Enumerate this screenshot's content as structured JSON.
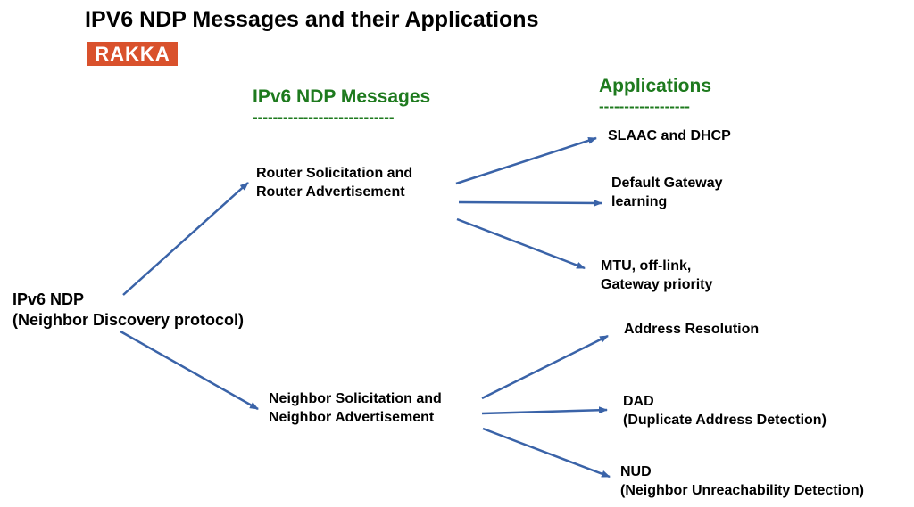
{
  "title": "IPV6 NDP Messages and their Applications",
  "logo_text": "RAKKA",
  "headings": {
    "messages": "IPv6 NDP Messages",
    "messages_rule": "----------------------------",
    "applications": "Applications",
    "applications_rule": "------------------"
  },
  "nodes": {
    "root": {
      "line1": "IPv6 NDP",
      "line2": "(Neighbor Discovery protocol)"
    },
    "rs_ra": {
      "line1": "Router Solicitation and",
      "line2": "Router Advertisement"
    },
    "ns_na": {
      "line1": "Neighbor Solicitation and",
      "line2": "Neighbor Advertisement"
    },
    "slaac": {
      "line1": "SLAAC and DHCP"
    },
    "gateway": {
      "line1": "Default Gateway",
      "line2": "learning"
    },
    "mtu": {
      "line1": "MTU, off-link,",
      "line2": "Gateway priority"
    },
    "addr_res": {
      "line1": "Address Resolution"
    },
    "dad": {
      "line1": "DAD",
      "line2": "(Duplicate Address Detection)"
    },
    "nud": {
      "line1": "NUD",
      "line2": "(Neighbor Unreachability Detection)"
    }
  },
  "edges": [
    {
      "from": "root",
      "to": "rs_ra"
    },
    {
      "from": "root",
      "to": "ns_na"
    },
    {
      "from": "rs_ra",
      "to": "slaac"
    },
    {
      "from": "rs_ra",
      "to": "gateway"
    },
    {
      "from": "rs_ra",
      "to": "mtu"
    },
    {
      "from": "ns_na",
      "to": "addr_res"
    },
    {
      "from": "ns_na",
      "to": "dad"
    },
    {
      "from": "ns_na",
      "to": "nud"
    }
  ],
  "colors": {
    "arrow": "#3a63a8",
    "heading": "#1e7a1e",
    "logo_bg": "#d9512c"
  }
}
